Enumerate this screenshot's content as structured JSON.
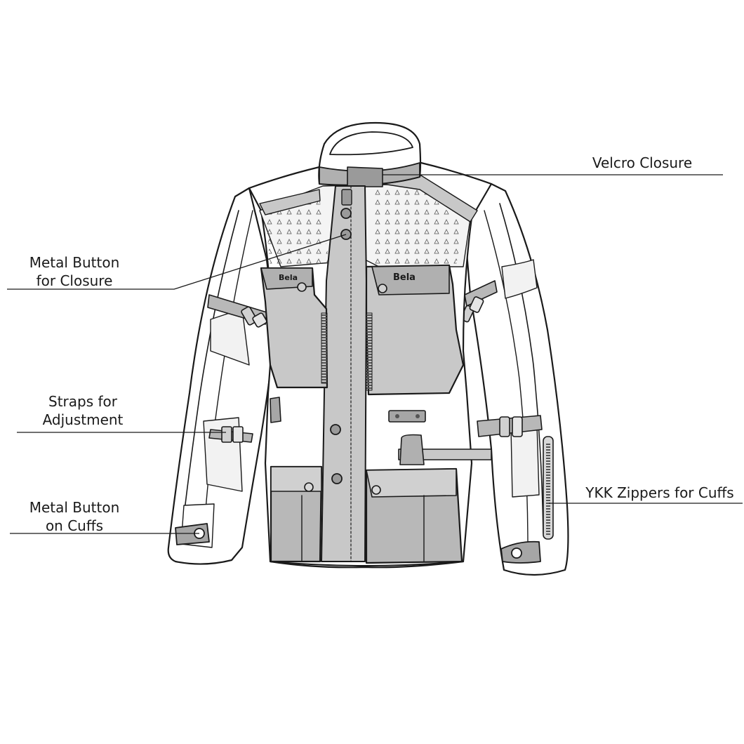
{
  "diagram": {
    "callouts": {
      "velcro": {
        "lines": [
          "Velcro Closure"
        ]
      },
      "metal_button_closure": {
        "lines": [
          "Metal Button",
          "for Closure"
        ]
      },
      "straps": {
        "lines": [
          "Straps for",
          "Adjustment"
        ]
      },
      "metal_button_cuffs": {
        "lines": [
          "Metal Button",
          "on Cuffs"
        ]
      },
      "ykk": {
        "lines": [
          "YKK Zippers for Cuffs"
        ]
      }
    },
    "brand_logo_text": "Bela"
  },
  "colors": {
    "outline": "#1a1a1a",
    "panel_light": "#ffffff",
    "panel_mid": "#c8c8c8",
    "panel_dark": "#a6a6a6",
    "panel_soft": "#e6e6e6"
  }
}
